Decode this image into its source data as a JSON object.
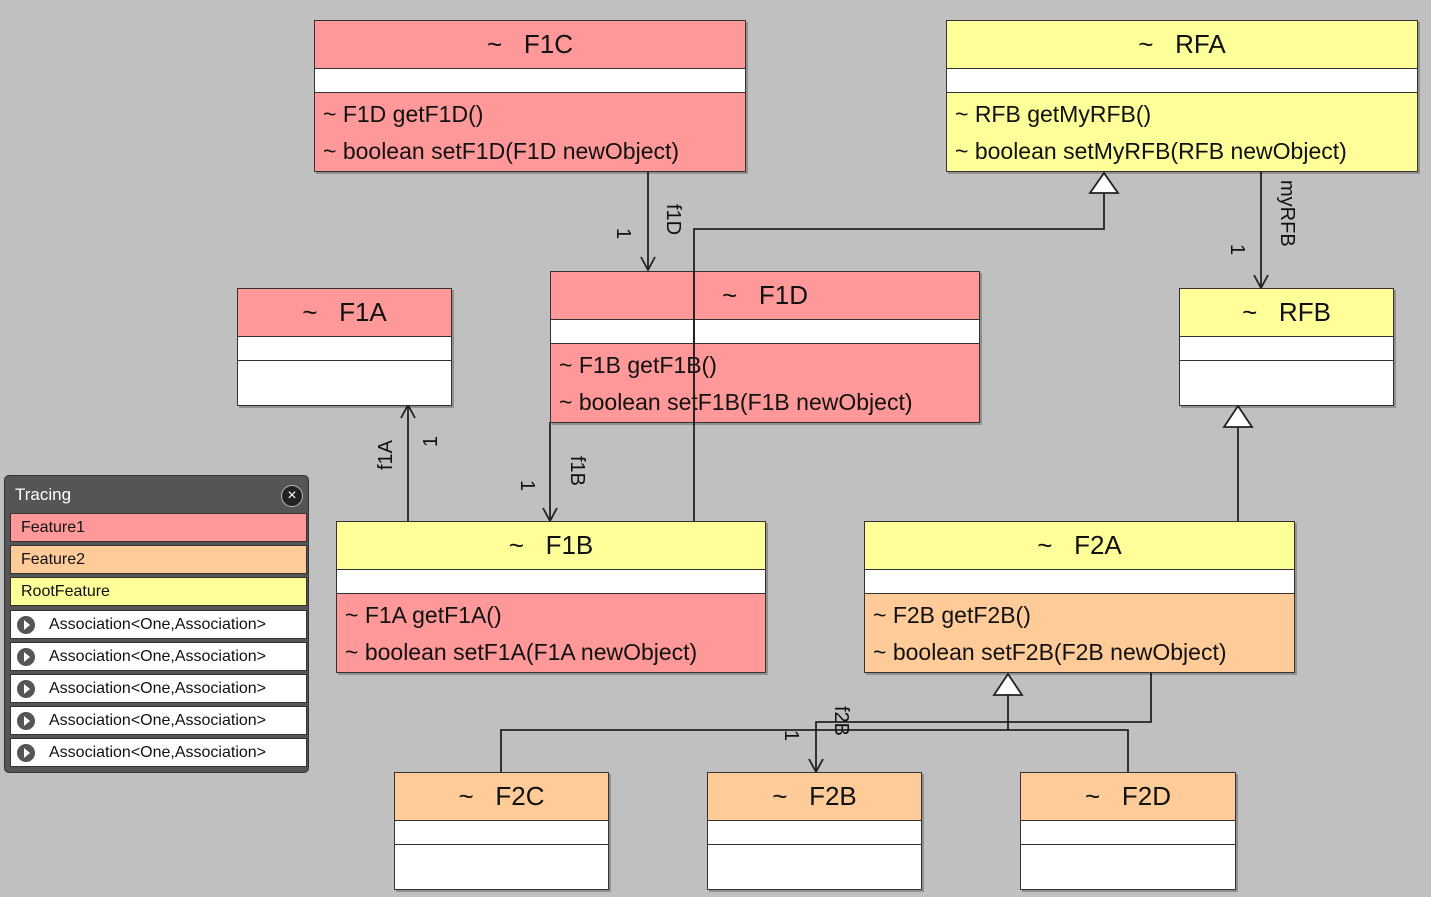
{
  "classes": {
    "f1c": {
      "name": "F1C",
      "ops": [
        "~ F1D getF1D()",
        "~ boolean setF1D(F1D newObject)"
      ]
    },
    "rfa": {
      "name": "RFA",
      "ops": [
        "~ RFB getMyRFB()",
        "~ boolean setMyRFB(RFB newObject)"
      ]
    },
    "f1a": {
      "name": "F1A",
      "ops": []
    },
    "f1d": {
      "name": "F1D",
      "ops": [
        "~ F1B getF1B()",
        "~ boolean setF1B(F1B newObject)"
      ]
    },
    "rfb": {
      "name": "RFB",
      "ops": []
    },
    "f1b": {
      "name": "F1B",
      "ops": [
        "~ F1A getF1A()",
        "~ boolean setF1A(F1A newObject)"
      ]
    },
    "f2a": {
      "name": "F2A",
      "ops": [
        "~ F2B getF2B()",
        "~ boolean setF2B(F2B newObject)"
      ]
    },
    "f2c": {
      "name": "F2C",
      "ops": []
    },
    "f2b": {
      "name": "F2B",
      "ops": []
    },
    "f2d": {
      "name": "F2D",
      "ops": []
    }
  },
  "visibility": "~",
  "associations": {
    "f1d_role": "f1D",
    "f1d_mult": "1",
    "myrfb_role": "myRFB",
    "myrfb_mult": "1",
    "f1a_role": "f1A",
    "f1a_mult": "1",
    "f1b_role": "f1B",
    "f1b_mult": "1",
    "f2b_role": "f2B",
    "f2b_mult": "1"
  },
  "tracing": {
    "title": "Tracing",
    "features": [
      {
        "label": "Feature1",
        "color": "#ff9999"
      },
      {
        "label": "Feature2",
        "color": "#ffcc99"
      },
      {
        "label": "RootFeature",
        "color": "#ffff99"
      }
    ],
    "associations": [
      "Association<One,Association>",
      "Association<One,Association>",
      "Association<One,Association>",
      "Association<One,Association>",
      "Association<One,Association>"
    ]
  },
  "colors": {
    "feature1": "#ff9999",
    "feature2": "#ffcc99",
    "root": "#ffff99",
    "background": "#c0c0c0"
  }
}
